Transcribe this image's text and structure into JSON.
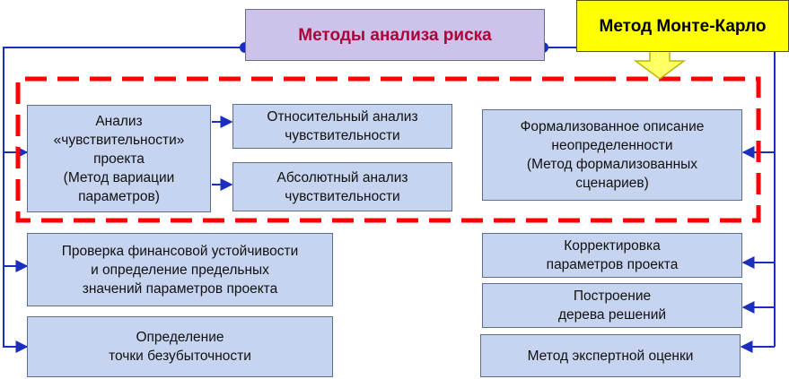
{
  "title": "Методы анализа риска",
  "monte_carlo": "Метод  Монте-Карло",
  "sensitivity": "Анализ\n«чувствительности»\nпроекта\n(Метод вариации\nпараметров)",
  "relative": "Относительный анализ\nчувствительности",
  "absolute": "Абсолютный  анализ\nчувствительности",
  "formalized": "Формализованное описание\nнеопределенности\n(Метод формализованных\nсценариев)",
  "financial": "Проверка финансовой устойчивости\nи определение предельных\nзначений параметров проекта",
  "breakeven": "Определение\nточки безубыточности",
  "correction": "Корректировка\nпараметров проекта",
  "decision_tree": "Построение\nдерева решений",
  "expert": "Метод экспертной оценки",
  "colors": {
    "connector": "#1b2fbf",
    "dashed_frame": "#ff0000",
    "title_text": "#b0003a",
    "box_fill": "#c6d4f0",
    "monte_carlo_fill": "#ffff00",
    "arrow_fill": "#ffff66"
  }
}
